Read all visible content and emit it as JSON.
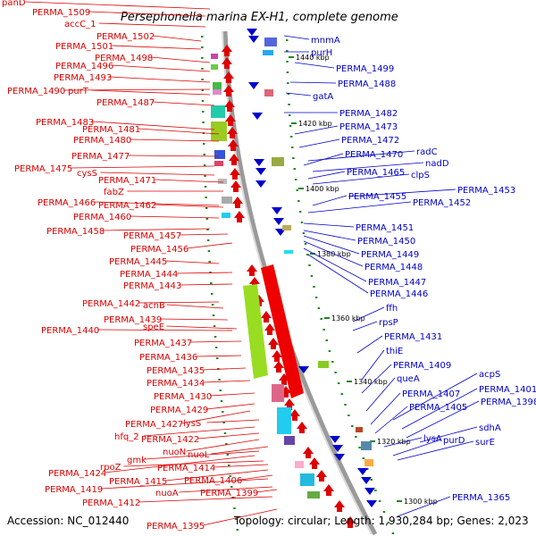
{
  "title": "Persephonella marina EX-H1, complete genome",
  "footer": {
    "accession": "Accession: NC_012440",
    "topology": "Topology: circular; Length: 1,930,284 bp; Genes: 2,023"
  },
  "colors": {
    "forward": "#dd0000",
    "reverse": "#0000cc",
    "backbone": "#888888",
    "tick": "#228822"
  },
  "ticks": [
    "1440 kbp",
    "1420 kbp",
    "1400 kbp",
    "1380 kbp",
    "1360 kbp",
    "1340 kbp",
    "1320 kbp",
    "1300 kbp"
  ],
  "left_labels": [
    "panD",
    "PERMA_1509",
    "accC_1",
    "PERMA_1502",
    "PERMA_1501",
    "PERMA_1498",
    "PERMA_1496",
    "PERMA_1493",
    "PERMA_1490",
    "purT",
    "PERMA_1487",
    "PERMA_1483",
    "PERMA_1481",
    "PERMA_1480",
    "PERMA_1477",
    "PERMA_1475",
    "cysS",
    "PERMA_1471",
    "fabZ",
    "PERMA_1466",
    "PERMA_1462",
    "PERMA_1460",
    "PERMA_1458",
    "PERMA_1457",
    "PERMA_1456",
    "PERMA_1445",
    "PERMA_1444",
    "PERMA_1443",
    "PERMA_1442",
    "acnB",
    "PERMA_1439",
    "PERMA_1440",
    "speE",
    "PERMA_1437",
    "PERMA_1436",
    "PERMA_1435",
    "PERMA_1434",
    "PERMA_1430",
    "PERMA_1429",
    "PERMA_1427",
    "lysS",
    "hfq_2",
    "PERMA_1422",
    "nuoN",
    "nuoL",
    "gmk",
    "PERMA_1424",
    "rpoZ",
    "PERMA_1414",
    "PERMA_1415",
    "PERMA_1406",
    "PERMA_1419",
    "nuoA",
    "PERMA_1399",
    "PERMA_1412",
    "PERMA_1395"
  ],
  "right_labels": [
    "mnmA",
    "purH",
    "PERMA_1499",
    "PERMA_1488",
    "gatA",
    "PERMA_1482",
    "PERMA_1473",
    "PERMA_1472",
    "radC",
    "PERMA_1470",
    "nadD",
    "PERMA_1465",
    "clpS",
    "PERMA_1453",
    "PERMA_1455",
    "PERMA_1452",
    "PERMA_1451",
    "PERMA_1450",
    "PERMA_1449",
    "PERMA_1448",
    "PERMA_1447",
    "PERMA_1446",
    "ffh",
    "rpsP",
    "PERMA_1431",
    "thiE",
    "PERMA_1409",
    "queA",
    "acpS",
    "PERMA_1407",
    "PERMA_1401",
    "PERMA_1405",
    "PERMA_1398",
    "sdhA",
    "lysA",
    "purD",
    "surE",
    "PERMA_1365"
  ]
}
